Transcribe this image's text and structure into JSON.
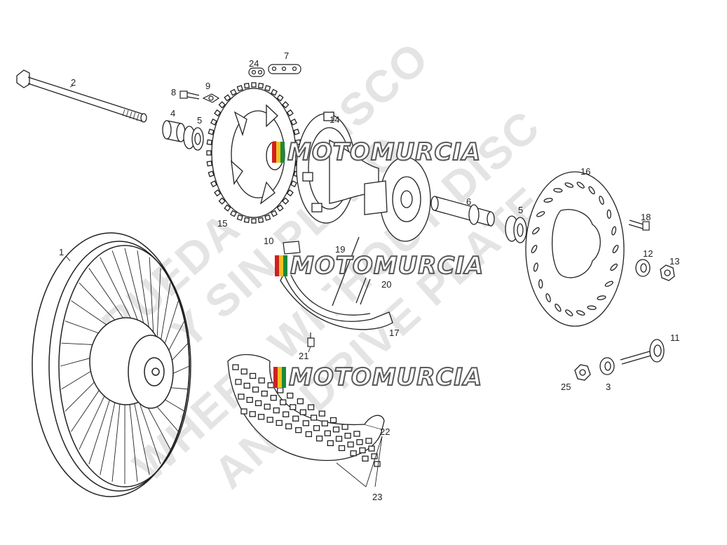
{
  "watermark": {
    "line1": "RUEDA SIN DISCO",
    "line2": "WHEEL WITHOUT DISC",
    "line3": "Y SIN PLATO",
    "line4": "AND DRIVE PLATE",
    "logo_text": "MOTOMURCIA",
    "logo_colors": [
      "#d02020",
      "#f0c020",
      "#1a8a3a"
    ]
  },
  "callouts": [
    {
      "id": "c1",
      "text": "1"
    },
    {
      "id": "c2",
      "text": "2"
    },
    {
      "id": "c3",
      "text": "3"
    },
    {
      "id": "c4",
      "text": "4"
    },
    {
      "id": "c5a",
      "text": "5"
    },
    {
      "id": "c5b",
      "text": "5"
    },
    {
      "id": "c6",
      "text": "6"
    },
    {
      "id": "c7",
      "text": "7"
    },
    {
      "id": "c8",
      "text": "8"
    },
    {
      "id": "c9",
      "text": "9"
    },
    {
      "id": "c10",
      "text": "10"
    },
    {
      "id": "c11",
      "text": "11"
    },
    {
      "id": "c12",
      "text": "12"
    },
    {
      "id": "c13",
      "text": "13"
    },
    {
      "id": "c14",
      "text": "14"
    },
    {
      "id": "c15",
      "text": "15"
    },
    {
      "id": "c16",
      "text": "16"
    },
    {
      "id": "c17",
      "text": "17"
    },
    {
      "id": "c18",
      "text": "18"
    },
    {
      "id": "c19",
      "text": "19"
    },
    {
      "id": "c20",
      "text": "20"
    },
    {
      "id": "c21",
      "text": "21"
    },
    {
      "id": "c22",
      "text": "22"
    },
    {
      "id": "c23",
      "text": "23"
    },
    {
      "id": "c24",
      "text": "24"
    },
    {
      "id": "c25",
      "text": "25"
    }
  ]
}
